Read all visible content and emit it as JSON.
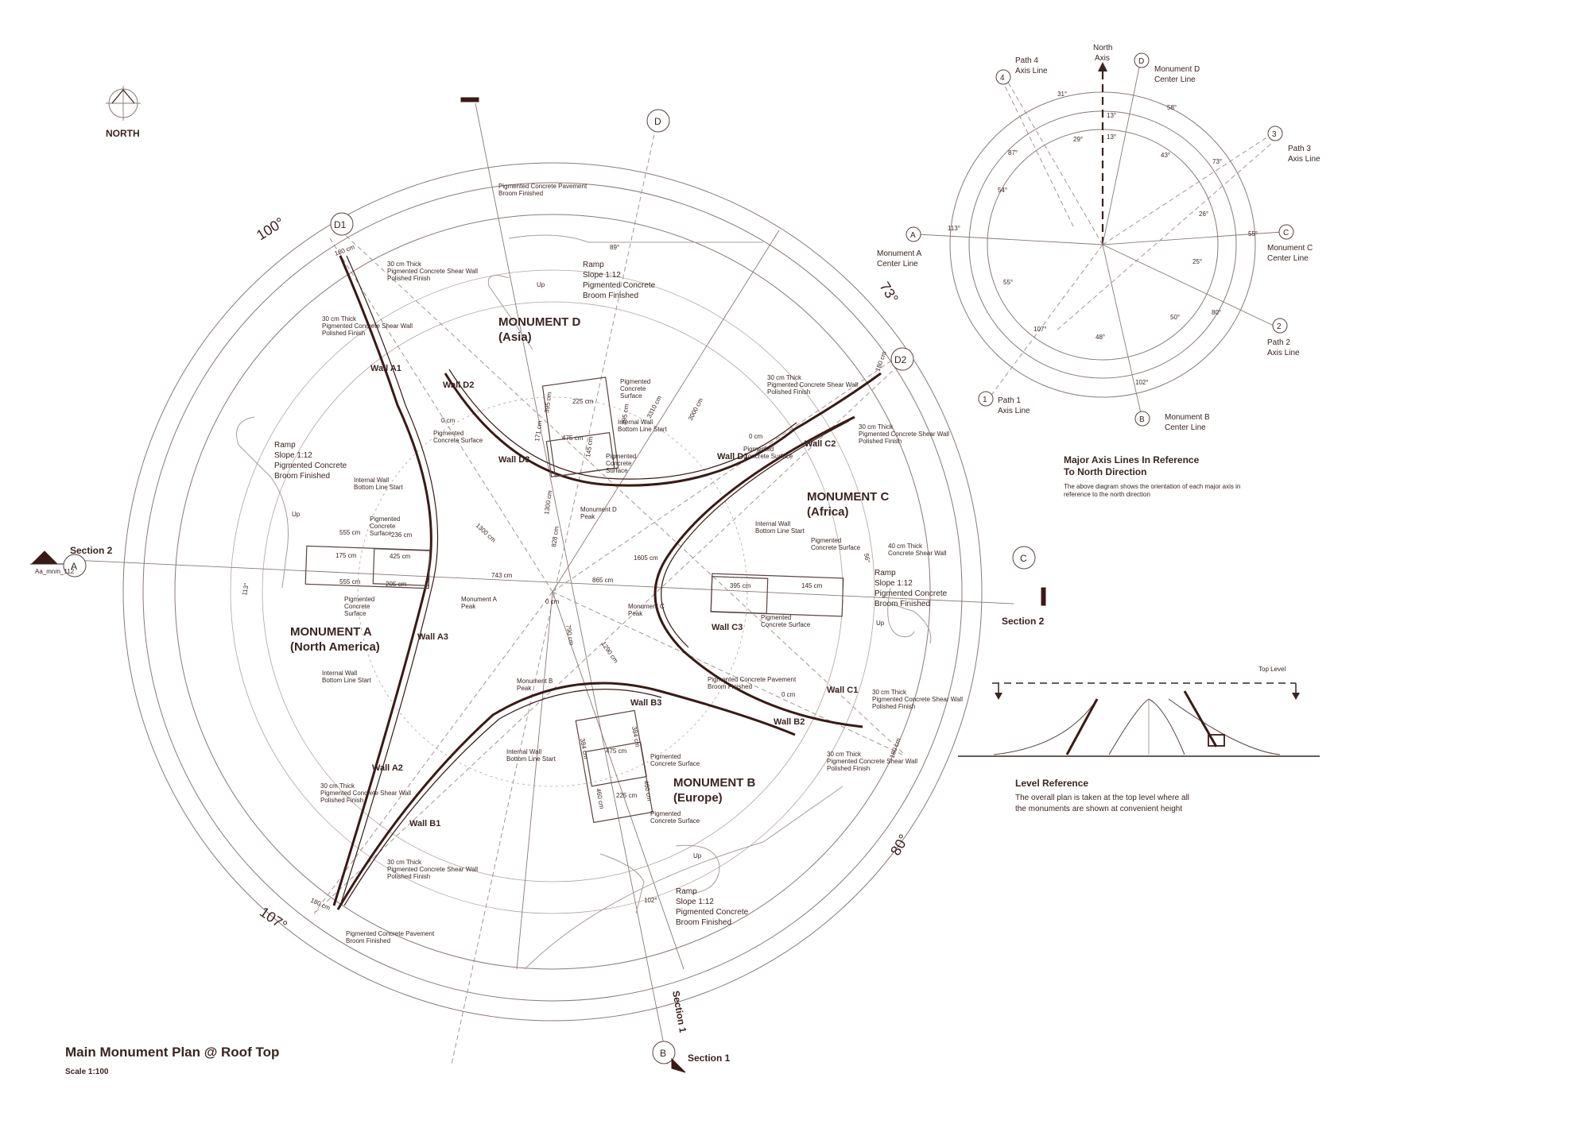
{
  "north_symbol": {
    "label": "NORTH"
  },
  "title": {
    "main": "Main Monument Plan @ Roof Top",
    "scale": "Scale 1:100"
  },
  "angles": {
    "top_left": "100°",
    "right_top": "73°",
    "bottom_left": "107°",
    "bottom_right": "80°"
  },
  "axis_bubbles": {
    "a": "A",
    "b": "B",
    "c": "C",
    "d": "D",
    "d1": "D1",
    "d2": "D2"
  },
  "sections": {
    "s2_left": "Section 2",
    "s2_right": "Section 2",
    "s1_vertical": "Section 1",
    "s1_bottom": "Section 1",
    "ref_tag": "Aa_mnm_112"
  },
  "monuments": {
    "a": {
      "name": "MONUMENT A",
      "region": "(North America)"
    },
    "b": {
      "name": "MONUMENT B",
      "region": "(Europe)"
    },
    "c": {
      "name": "MONUMENT C",
      "region": "(Africa)"
    },
    "d": {
      "name": "MONUMENT D",
      "region": "(Asia)"
    }
  },
  "walls": {
    "a1": "Wall A1",
    "a2": "Wall A2",
    "a3": "Wall A3",
    "b1": "Wall B1",
    "b2": "Wall B2",
    "b3": "Wall B3",
    "c1": "Wall C1",
    "c2": "Wall C2",
    "c3": "Wall C3",
    "d1": "Wall D1",
    "d2": "Wall D2",
    "d3": "Wall D3"
  },
  "ramps": {
    "d": [
      "Ramp",
      "Slope  1:12",
      "Pigmented Concrete",
      "Broom Finished"
    ],
    "a": [
      "Ramp",
      "Slope  1:12",
      "Pigmented Concrete",
      "Broom Finished"
    ],
    "c": [
      "Ramp",
      "Slope  1:12",
      "Pigmented Concrete",
      "Broom Finished"
    ],
    "b": [
      "Ramp",
      "Slope  1:12",
      "Pigmented Concrete",
      "Broom Finished"
    ],
    "up": "Up"
  },
  "notes": {
    "pavement": [
      "Pigmented Concrete Pavement",
      "Broom Finished"
    ],
    "shear_wall_30": [
      "30 cm Thick",
      "Pigmented Concrete Shear Wall",
      "Polished Finish"
    ],
    "shear_wall_40": [
      "40 cm Thick",
      "Concrete Shear Wall"
    ],
    "pig_surface": [
      "Pigmented",
      "Concrete",
      "Surface"
    ],
    "pig_surface_2": [
      "Pigmented",
      "Concrete Surface"
    ],
    "internal_wall": [
      "Internal Wall",
      "Bottom Line Start"
    ],
    "peak_a": [
      "Monument A",
      "Peak"
    ],
    "peak_b": [
      "Monument B",
      "Peak"
    ],
    "peak_c": [
      "Monument C",
      "Peak"
    ],
    "peak_d": [
      "Monument D",
      "Peak"
    ],
    "zero_cm": "0 cm"
  },
  "dims": {
    "d555a": "555 cm",
    "d555b": "555 cm",
    "d236": "236 cm",
    "d205": "205 cm",
    "d175": "175 cm",
    "d425": "425 cm",
    "d225a": "225 cm",
    "d475a": "475 cm",
    "d395a": "395 cm",
    "d395b": "395 cm",
    "d171": "171 cm",
    "d145a": "145 cm",
    "d3310": "3310 cm",
    "d3000": "3000 cm",
    "d1300a": "1300 cm",
    "d1300b": "1300 cm",
    "d828": "828 cm",
    "d743": "743 cm",
    "d865": "865 cm",
    "d1605": "1605 cm",
    "d790": "790 cm",
    "d1290": "1290 cm",
    "d395c": "395 cm",
    "d145b": "145 cm",
    "d475b": "475 cm",
    "d225b": "225 cm",
    "d384a": "384 cm",
    "d384b": "384 cm",
    "d460a": "460 cm",
    "d460b": "460 cm",
    "d180a": "180 cm",
    "d180b": "180 cm",
    "d180c": "180 cm",
    "d180d": "180 cm",
    "ang89": "89°",
    "ang113": "113°",
    "ang56": "56°",
    "ang102": "102°"
  },
  "axis_diagram": {
    "north": [
      "North",
      "Axis"
    ],
    "path4": [
      "Path 4",
      "Axis Line"
    ],
    "path3": [
      "Path 3",
      "Axis Line"
    ],
    "path2": [
      "Path 2",
      "Axis Line"
    ],
    "path1": [
      "Path 1",
      "Axis Line"
    ],
    "mon_a": [
      "Monument A",
      "Center Line"
    ],
    "mon_b": [
      "Monument B",
      "Center Line"
    ],
    "mon_c": [
      "Monument C",
      "Center Line"
    ],
    "mon_d": [
      "Monument D",
      "Center Line"
    ],
    "nums": {
      "n1": "1",
      "n2": "2",
      "n3": "3",
      "n4": "4"
    },
    "letters": {
      "a": "A",
      "b": "B",
      "c": "C",
      "d": "D"
    },
    "degrees": [
      "31°",
      "58°",
      "13°",
      "13°",
      "29°",
      "43°",
      "73°",
      "87°",
      "54°",
      "26°",
      "113°",
      "55°",
      "25°",
      "55°",
      "107°",
      "48°",
      "50°",
      "80°",
      "102°"
    ],
    "heading": [
      "Major Axis Lines In Reference",
      "To North Direction"
    ],
    "caption": [
      "The above diagram shows the orientation of each major axis in",
      "reference to the north direction"
    ]
  },
  "level_reference": {
    "top_level": "Top Level",
    "heading": "Level Reference",
    "caption": [
      "The overall plan is taken at the top level where all",
      "the monuments are shown at convenient height"
    ]
  }
}
